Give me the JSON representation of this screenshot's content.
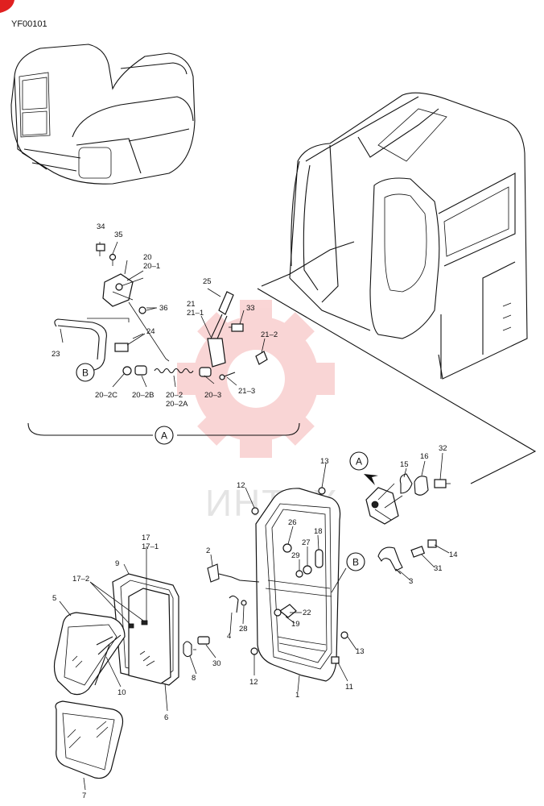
{
  "diagram_code": "YF00101",
  "watermark_text": "ИНТЕХ",
  "callouts": {
    "a": "A",
    "b": "B"
  },
  "labels": {
    "p1": "1",
    "p2": "2",
    "p3": "3",
    "p4": "4",
    "p5": "5",
    "p6": "6",
    "p7": "7",
    "p8": "8",
    "p9": "9",
    "p10": "10",
    "p11": "11",
    "p12a": "12",
    "p12b": "12",
    "p13a": "13",
    "p13b": "13",
    "p14": "14",
    "p15": "15",
    "p16": "16",
    "p17": "17",
    "p17_1": "17–1",
    "p17_2": "17–2",
    "p18": "18",
    "p19": "19",
    "p20": "20",
    "p20_1": "20–1",
    "p20_2": "20–2",
    "p20_2a": "20–2A",
    "p20_2b": "20–2B",
    "p20_2c": "20–2C",
    "p20_3": "20–3",
    "p21": "21",
    "p21_1": "21–1",
    "p21_2": "21–2",
    "p21_3": "21–3",
    "p22": "22",
    "p23": "23",
    "p24": "24",
    "p25": "25",
    "p26": "26",
    "p27": "27",
    "p28": "28",
    "p29": "29",
    "p30": "30",
    "p31": "31",
    "p32": "32",
    "p33": "33",
    "p34": "34",
    "p35": "35",
    "p36": "36"
  }
}
